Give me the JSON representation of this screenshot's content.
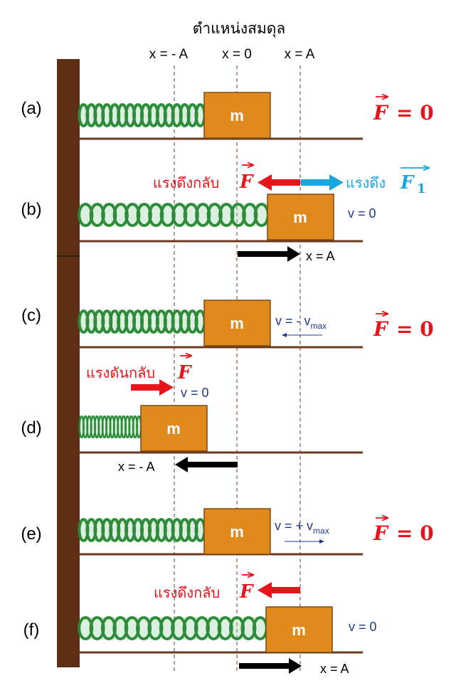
{
  "header": {
    "title": "ตำแหน่งสมดุล",
    "pos_neg": "x = - A",
    "pos_zero": "x = 0",
    "pos_pos": "x = A"
  },
  "mass_label": "m",
  "force_symbol": "F",
  "force_eq_zero": "= 0",
  "force_one_symbol": "F",
  "force_one_sub": "1",
  "panels": {
    "a": {
      "label": "(a)"
    },
    "b": {
      "label": "(b)",
      "restoring_text": "แรงดึงกลับ",
      "pull_text": "แรงดึง",
      "velocity": "v = 0",
      "displacement": "x = A"
    },
    "c": {
      "label": "(c)",
      "velocity_prefix": "v = - v",
      "velocity_sub": "max"
    },
    "d": {
      "label": "(d)",
      "restoring_text": "แรงดันกลับ",
      "velocity": "v = 0",
      "displacement": "x = - A"
    },
    "e": {
      "label": "(e)",
      "velocity_prefix": "v = + v",
      "velocity_sub": "max"
    },
    "f": {
      "label": "(f)",
      "restoring_text": "แรงดึงกลับ",
      "velocity": "v = 0",
      "displacement": "x = A"
    }
  },
  "colors": {
    "wall": "#5e2f14",
    "floor": "#6b3a1f",
    "block": "#e08a1e",
    "spring": "#2e8b3a",
    "force": "#e8141b",
    "pull": "#1aa7e0",
    "velocity_text": "#1f3a8a"
  }
}
